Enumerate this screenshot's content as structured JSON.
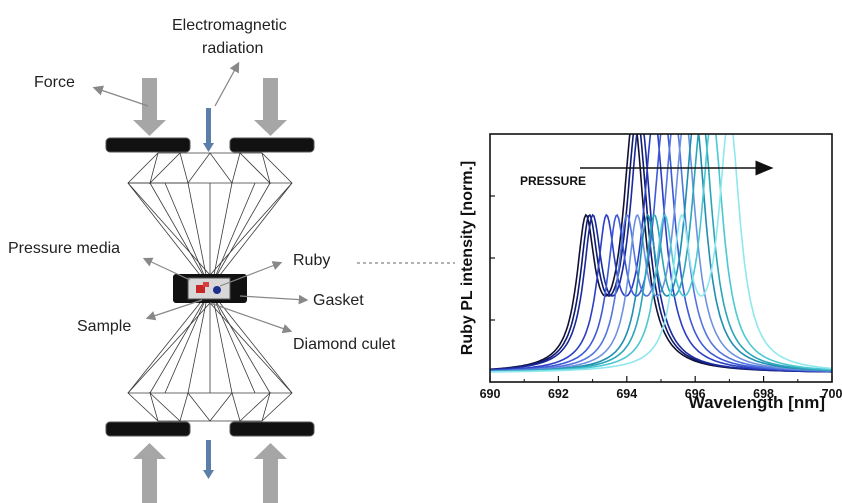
{
  "diagram": {
    "labels": {
      "force": "Force",
      "em_line1": "Electromagnetic",
      "em_line2": "radiation",
      "pressure_media": "Pressure media",
      "ruby": "Ruby",
      "gasket": "Gasket",
      "sample": "Sample",
      "diamond_culet": "Diamond culet"
    },
    "colors": {
      "force_arrow": "#a6a6a6",
      "radiation_arrow": "#5b7fa8",
      "plate": "#111111",
      "sample": "#c62828",
      "ruby_dot": "#1e2f8c"
    },
    "icons": {
      "force": "down-arrow-icon",
      "radiation": "down-arrow-icon"
    }
  },
  "chart_data": {
    "type": "line",
    "ylabel": "Ruby PL intensity [norm.]",
    "xlabel": "Wavelength [nm]",
    "xlim": [
      690,
      700
    ],
    "xticks": [
      "690",
      "692",
      "694",
      "696",
      "698",
      "700"
    ],
    "ylim": [
      0,
      1
    ],
    "annotation": "PRESSURE",
    "series": [
      {
        "r2": 692.8,
        "r1": 694.2,
        "color": "#111133"
      },
      {
        "r2": 692.9,
        "r1": 694.3,
        "color": "#101a6e"
      },
      {
        "r2": 693.0,
        "r1": 694.4,
        "color": "#1a2a9a"
      },
      {
        "r2": 693.4,
        "r1": 694.8,
        "color": "#2b3ec4"
      },
      {
        "r2": 693.7,
        "r1": 695.1,
        "color": "#3d5ad6"
      },
      {
        "r2": 694.0,
        "r1": 695.4,
        "color": "#5476dc"
      },
      {
        "r2": 694.3,
        "r1": 695.7,
        "color": "#6f92e0"
      },
      {
        "r2": 694.6,
        "r1": 696.0,
        "color": "#1f8fb0"
      },
      {
        "r2": 694.8,
        "r1": 696.2,
        "color": "#2aa6b8"
      },
      {
        "r2": 695.1,
        "r1": 696.5,
        "color": "#4cc8d2"
      },
      {
        "r2": 695.6,
        "r1": 697.0,
        "color": "#8ee8ee"
      }
    ]
  }
}
